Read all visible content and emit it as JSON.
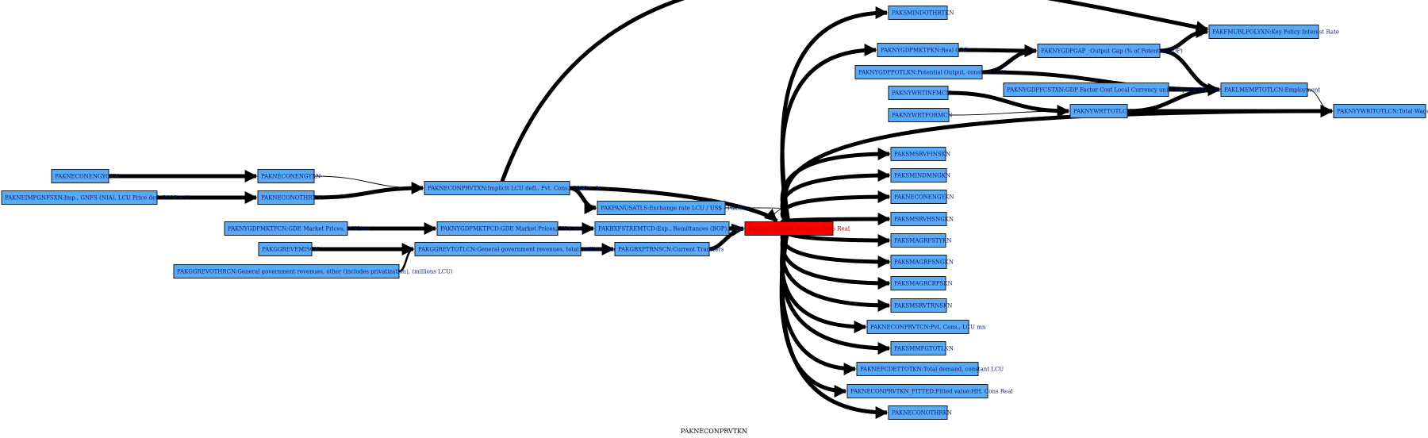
{
  "caption": "PAKNECONPRVTKN",
  "focus_node": "PAKNECONPRVTKN:HH. Cons Real",
  "nodes": {
    "econengygkn": "PAKNECONENGYGKN",
    "impgnfs": "PAKNEIMPGNFSXN:Imp., GNFS (NIA), LCU Price defl. 2000 = 1",
    "econengyxn": "PAKNECONENGYXN",
    "econothrxn": "PAKNECONOTHRXN",
    "econprvtxn": "PAKNECONPRVTXN:Implicit LCU defl., Pvt. Cons., 2000 = 1",
    "panusatls": "PAKPANUSATLS:Exchange rate LCU / US$ - Pakistan",
    "gdpmktpcn": "PAKNYGDPMKTPCN:GDP, Market Prices, LCU mn",
    "gdpmktpcd": "PAKNYGDPMKTPCD:GDP, Market Prices, US$ mn",
    "bxfstremt": "PAKBXFSTREMTCD:Exp., Remittances (BOP), US$ mn",
    "ggrevemiscn": "PAKGGREVEMISCN",
    "ggrevtotlcn": "PAKGGREVTOTLCN:General government revenues, total (millions lcu)",
    "ggrevothrcn": "PAKGGREVOTHRCN:General government revenues, other (includes privatization), (millions LCU)",
    "gbxptrnscn": "PAKGBXPTRNSCN:Current Transfers",
    "smindothrtkn": "PAKSMINDOTHRTKN",
    "fmublpolyxn": "PAKFMUBLPOLYXN:Key Policy Interest Rate",
    "gdpmktpkn": "PAKNYGDPMKTPKN:Real GDP",
    "gdpgap": "PAKNYGDPGAP_:Output Gap (% of Potential GDP)",
    "gdppotlkn": "PAKNYGDPPOTLKN:Potential Output, constant LCU",
    "gdpfcst": "PAKNYGDPFCSTXN:GDP Factor Cost Local Currency units Implicit Price deflator",
    "lmemptotlcn": "PAKLMEMPTOTLCN:Employment",
    "wrtinfmcn": "PAKNYWRTINFMCN",
    "wrtformcn": "PAKNYWRTFORMCN",
    "wrttotlcn": "PAKNYWRTTOTLCN",
    "ywbitotlcn": "PAKNYYWBITOTLCN:Total Wage Bill",
    "smsrvfinskn": "PAKSMSRVFINSKN",
    "smindmngkn": "PAKSMINDMNGKN",
    "econengykn": "PAKNECONENGYKN",
    "smsrvhsngkn": "PAKSMSRVHSNGKN",
    "smagrfstykn": "PAKSMAGRFSTYKN",
    "smagrfsngkn": "PAKSMAGRFSNGKN",
    "smagrcrpskn": "PAKSMAGRCRPSKN",
    "smsrvtrnskn": "PAKSMSRVTRNSKN",
    "econprvtcn": "PAKNECONPRVTCN:Pvt. Cons., LCU mn",
    "smmfgtotlkn": "PAKSMMFGTOTLKN",
    "fcdettotkn": "PAKNEFCDETTOTKN:Total demand, constant LCU",
    "econprvtkn_fitted": "PAKNECONPRVTKN_FITTED:Fitted  value:HH. Cons Real",
    "econothrkn": "PAKNECONOTHRKN"
  },
  "edges": [
    {
      "from": "econengygkn",
      "to": "econengyxn",
      "weight": "heavy"
    },
    {
      "from": "impgnfs",
      "to": "econothrxn",
      "weight": "heavy"
    },
    {
      "from": "econengyxn",
      "to": "econprvtxn",
      "weight": "thin"
    },
    {
      "from": "econothrxn",
      "to": "econprvtxn",
      "weight": "heavy"
    },
    {
      "from": "econprvtxn",
      "to": "panusatls",
      "weight": "heavy"
    },
    {
      "from": "econprvtxn",
      "to": "focus",
      "weight": "heavy"
    },
    {
      "from": "econprvtxn",
      "to": "fmublpolyxn",
      "weight": "heavy"
    },
    {
      "from": "panusatls",
      "to": "focus",
      "weight": "thin"
    },
    {
      "from": "gdpmktpcn",
      "to": "gdpmktpcd",
      "weight": "heavy"
    },
    {
      "from": "gdpmktpcd",
      "to": "bxfstremt",
      "weight": "heavy"
    },
    {
      "from": "bxfstremt",
      "to": "focus",
      "weight": "heavy"
    },
    {
      "from": "ggrevemiscn",
      "to": "ggrevtotlcn",
      "weight": "heavy"
    },
    {
      "from": "ggrevothrcn",
      "to": "ggrevtotlcn",
      "weight": "medium"
    },
    {
      "from": "ggrevtotlcn",
      "to": "gbxptrnscn",
      "weight": "heavy"
    },
    {
      "from": "gbxptrnscn",
      "to": "focus",
      "weight": "heavy"
    },
    {
      "from": "gdpmktpkn",
      "to": "gdpgap",
      "weight": "heavy"
    },
    {
      "from": "gdppotlkn",
      "to": "gdpgap",
      "weight": "heavy"
    },
    {
      "from": "gdpgap",
      "to": "fmublpolyxn",
      "weight": "heavy"
    },
    {
      "from": "gdpgap",
      "to": "lmemptotlcn",
      "weight": "heavy"
    },
    {
      "from": "gdppotlkn",
      "to": "lmemptotlcn",
      "weight": "heavy"
    },
    {
      "from": "gdpfcst",
      "to": "lmemptotlcn",
      "weight": "heavy"
    },
    {
      "from": "wrtinfmcn",
      "to": "wrttotlcn",
      "weight": "heavy"
    },
    {
      "from": "wrtformcn",
      "to": "wrttotlcn",
      "weight": "thin"
    },
    {
      "from": "wrttotlcn",
      "to": "lmemptotlcn",
      "weight": "heavy"
    },
    {
      "from": "wrttotlcn",
      "to": "ywbitotlcn",
      "weight": "heavy"
    },
    {
      "from": "lmemptotlcn",
      "to": "ywbitotlcn",
      "weight": "thin"
    },
    {
      "from": "focus",
      "to": "smindothrtkn",
      "weight": "heavy"
    },
    {
      "from": "focus",
      "to": "gdpmktpkn",
      "weight": "heavy"
    },
    {
      "from": "focus",
      "to": "ywbitotlcn",
      "weight": "heavy"
    },
    {
      "from": "focus",
      "to": "smsrvfinskn",
      "weight": "heavy"
    },
    {
      "from": "focus",
      "to": "smindmngkn",
      "weight": "heavy"
    },
    {
      "from": "focus",
      "to": "econengykn",
      "weight": "heavy"
    },
    {
      "from": "focus",
      "to": "smsrvhsngkn",
      "weight": "heavy"
    },
    {
      "from": "focus",
      "to": "smagrfstykn",
      "weight": "heavy"
    },
    {
      "from": "focus",
      "to": "smagrfsngkn",
      "weight": "heavy"
    },
    {
      "from": "focus",
      "to": "smagrcrpskn",
      "weight": "heavy"
    },
    {
      "from": "focus",
      "to": "smsrvtrnskn",
      "weight": "heavy"
    },
    {
      "from": "focus",
      "to": "econprvtcn",
      "weight": "heavy"
    },
    {
      "from": "focus",
      "to": "smmfgtotlkn",
      "weight": "heavy"
    },
    {
      "from": "focus",
      "to": "fcdettotkn",
      "weight": "heavy"
    },
    {
      "from": "focus",
      "to": "econprvtkn_fitted",
      "weight": "heavy"
    },
    {
      "from": "focus",
      "to": "econothrkn",
      "weight": "heavy"
    }
  ]
}
